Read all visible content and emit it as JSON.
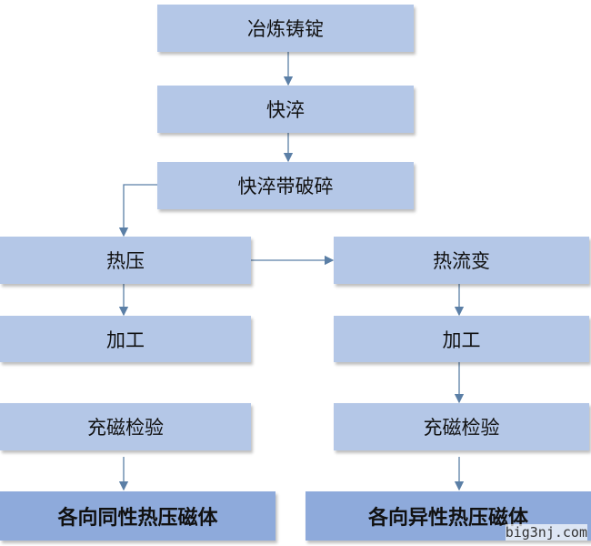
{
  "nodes": {
    "smelt": "冶炼铸锭",
    "quench": "快淬",
    "crush": "快淬带破碎",
    "hot_press": "热压",
    "hot_flow": "热流变",
    "machining_left": "加工",
    "machining_right": "加工",
    "magnetize_left": "充磁检验",
    "magnetize_right": "充磁检验",
    "isotropic": "各向同性热压磁体",
    "anisotropic": "各向异性热压磁体"
  },
  "watermark": "big3nj.com",
  "colors": {
    "box": "#b4c7e7",
    "final_box": "#8eaadb",
    "arrow": "#5b7fa6"
  }
}
